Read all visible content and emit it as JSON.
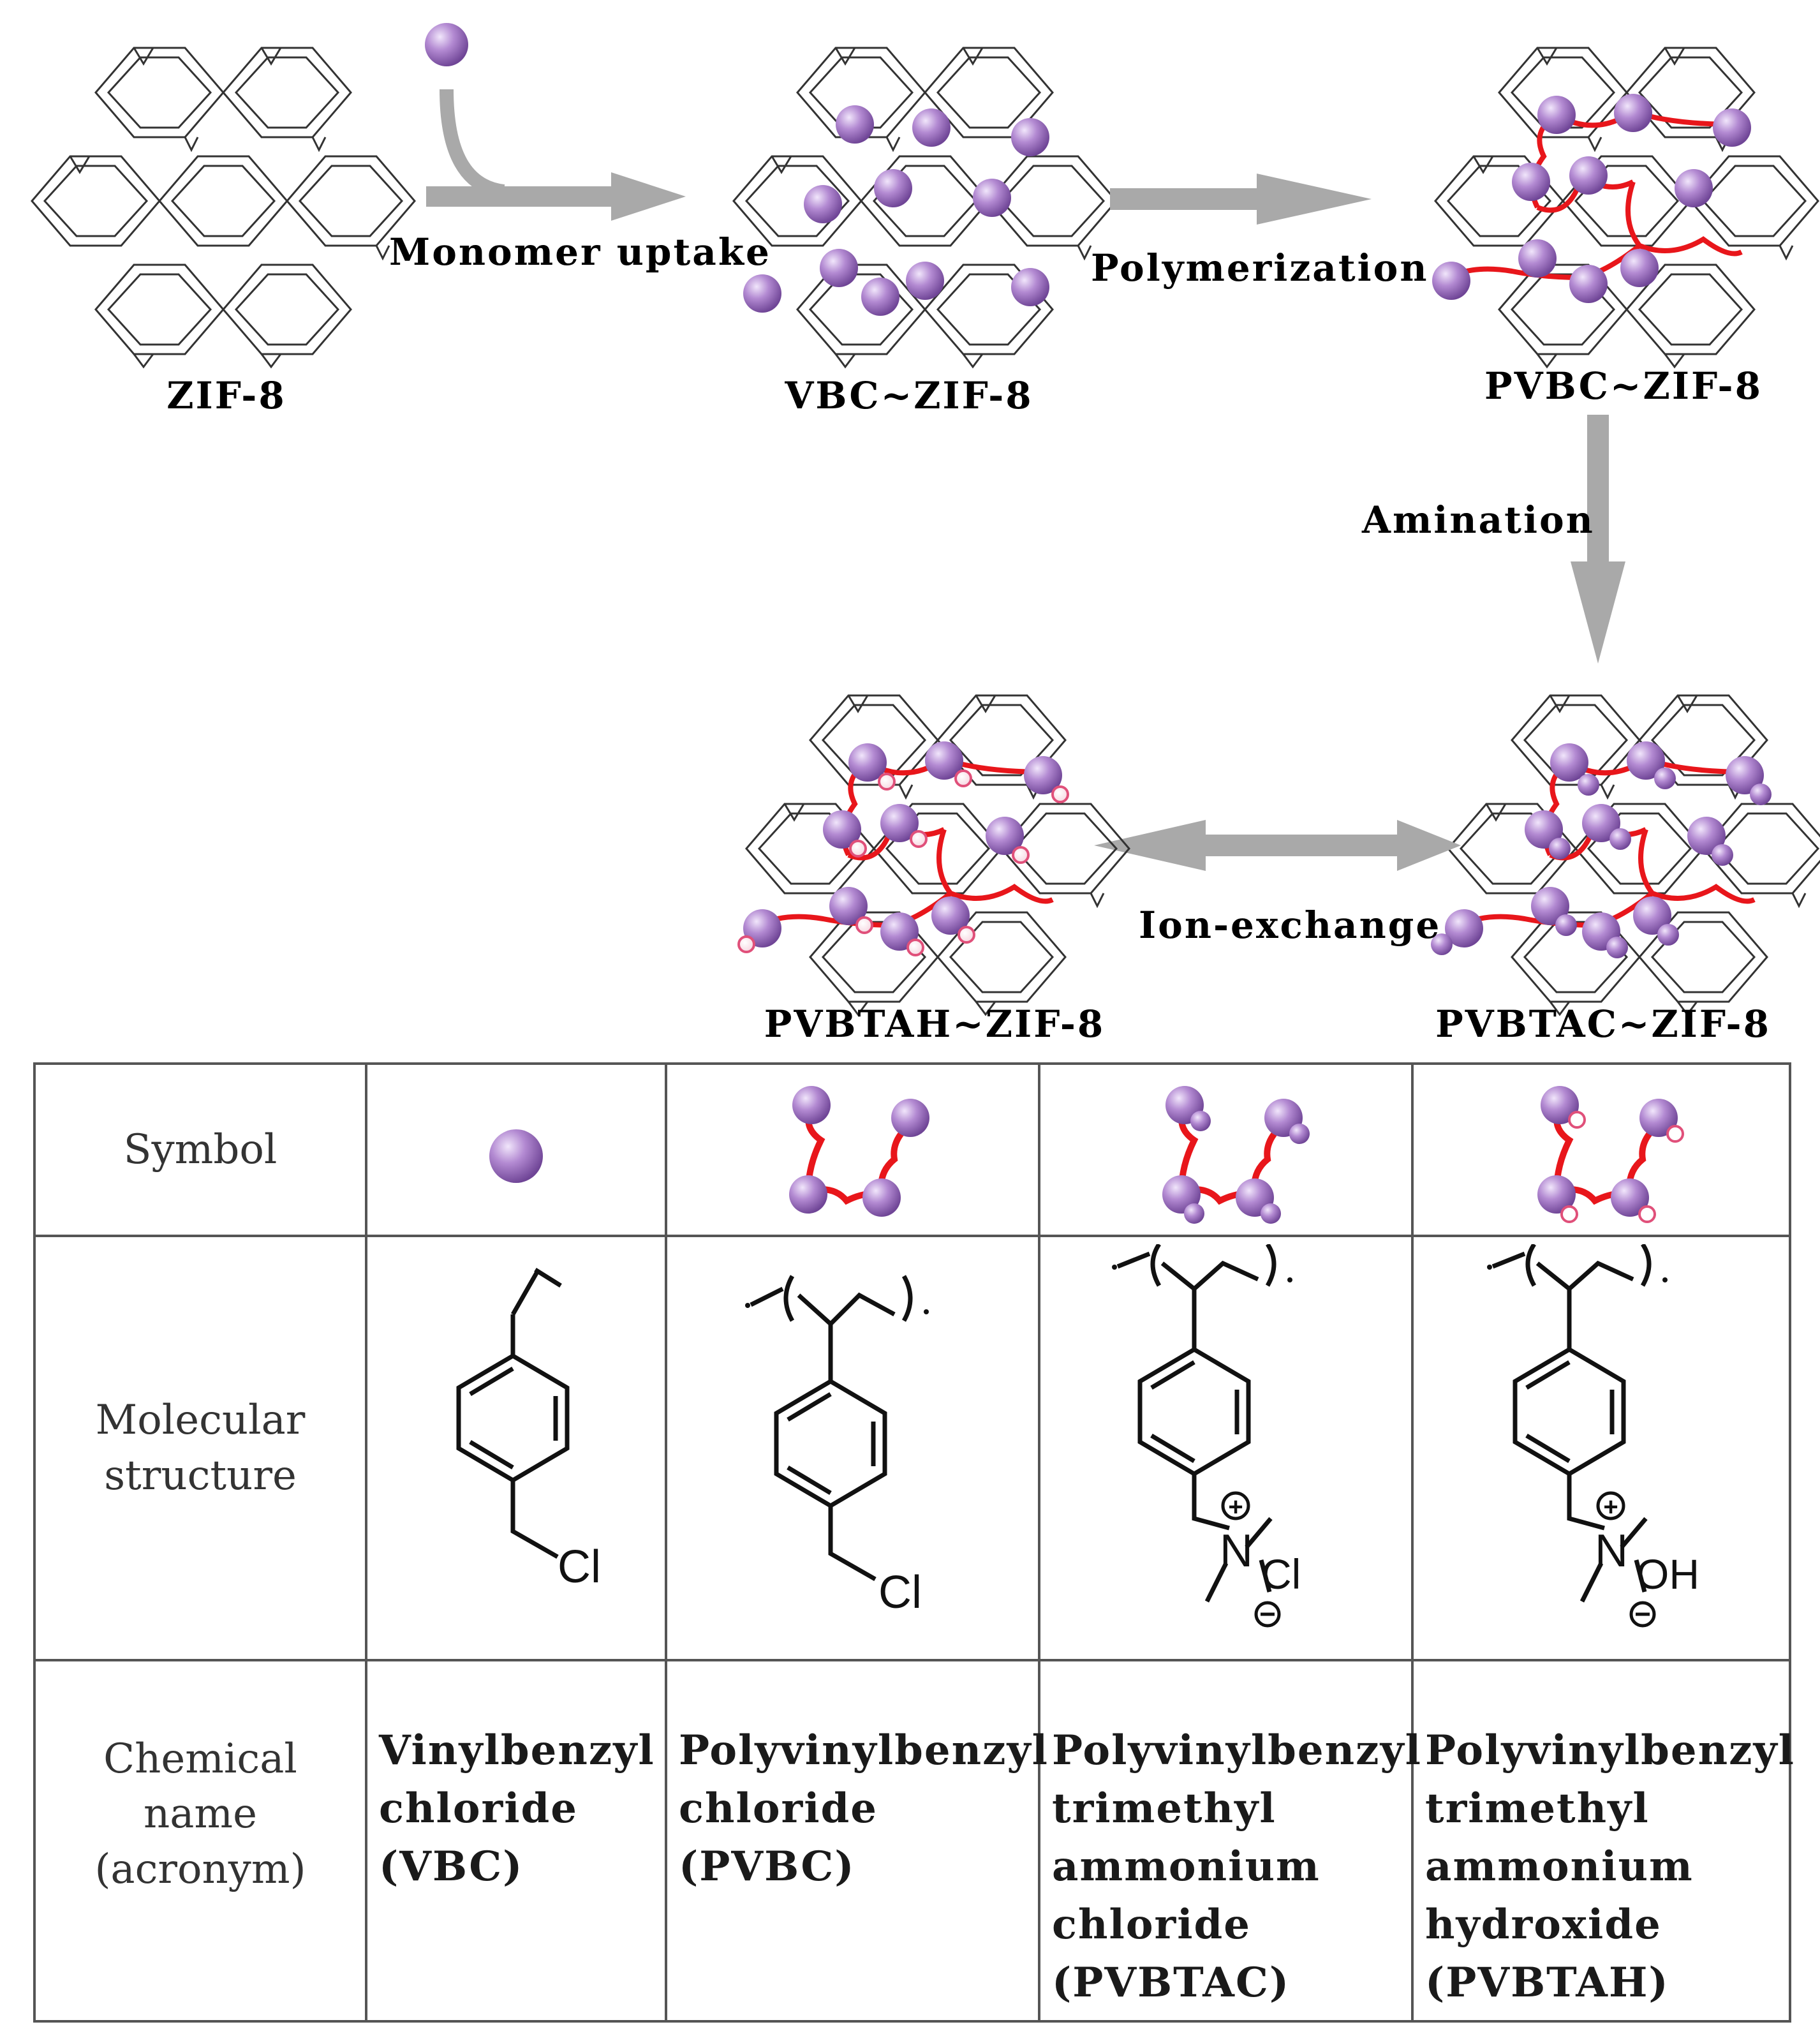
{
  "stages": {
    "zif8": "ZIF-8",
    "vbc_zif8": "VBC~ZIF-8",
    "pvbc_zif8": "PVBC~ZIF-8",
    "pvbtah_zif8": "PVBTAH~ZIF-8",
    "pvbtac_zif8": "PVBTAC~ZIF-8"
  },
  "steps": {
    "monomer_uptake": "Monomer uptake",
    "polymerization": "Polymerization",
    "amination": "Amination",
    "ion_exchange": "Ion-exchange"
  },
  "table": {
    "row_headers": {
      "symbol": "Symbol",
      "structure": [
        "Molecular",
        "structure"
      ],
      "name": [
        "Chemical",
        "name",
        "(acronym)"
      ]
    },
    "columns": [
      {
        "name_lines": [
          "Vinylbenzyl",
          "chloride",
          "(VBC)"
        ],
        "anion": "Cl"
      },
      {
        "name_lines": [
          "Polyvinylbenzyl",
          "chloride",
          "(PVBC)"
        ],
        "anion": "Cl"
      },
      {
        "name_lines": [
          "Polyvinylbenzyl",
          "trimethyl",
          "ammonium",
          "chloride",
          "(PVBTAC)"
        ],
        "anion": "Cl",
        "nitrogen": "N"
      },
      {
        "name_lines": [
          "Polyvinylbenzyl",
          "trimethyl",
          "ammonium",
          "hydroxide",
          "(PVBTAH)"
        ],
        "anion": "OH",
        "nitrogen": "N"
      }
    ]
  },
  "colors": {
    "monomer": "#a77fc6",
    "polymer_chain": "#e8161b",
    "arrow": "#a9a9a9",
    "framework": "#333333"
  }
}
